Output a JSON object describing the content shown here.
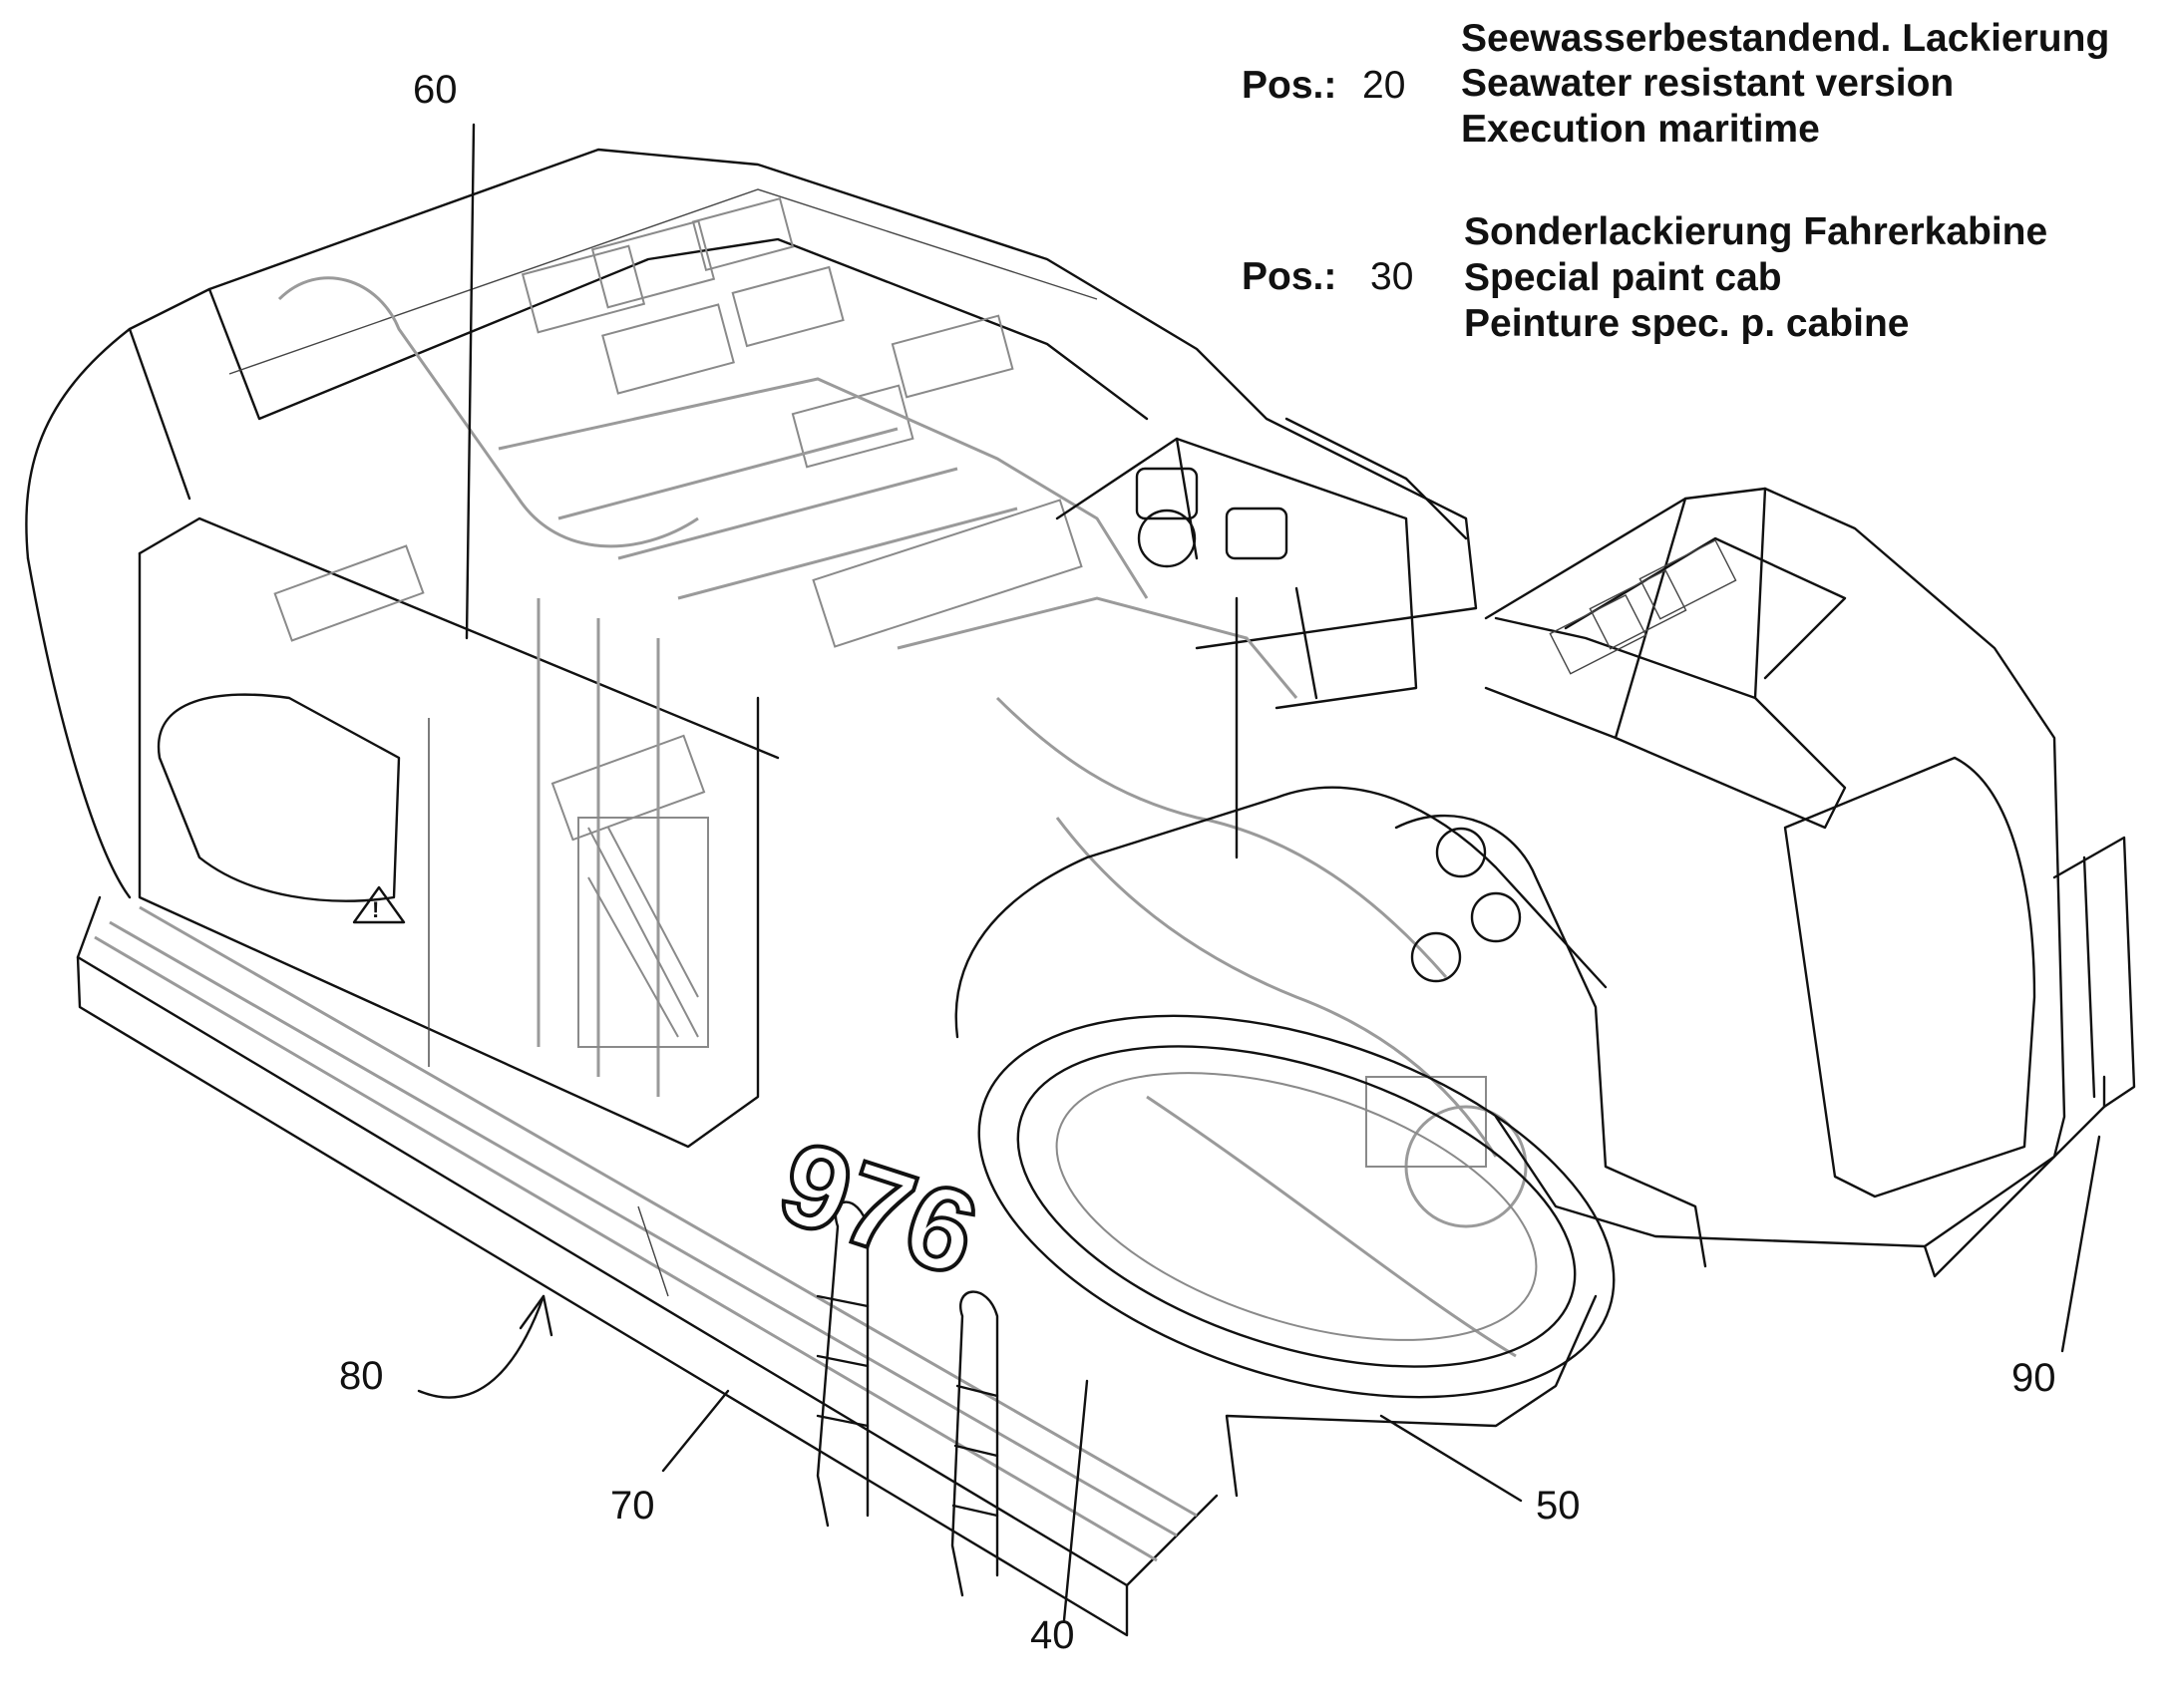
{
  "notes": [
    {
      "pos_label": "Pos.:",
      "pos_number": "20",
      "lines": [
        "Seewasserbestandend. Lackierung",
        "Seawater resistant version",
        "Execution maritime"
      ]
    },
    {
      "pos_label": "Pos.:",
      "pos_number": "30",
      "lines": [
        "Sonderlackierung Fahrerkabine",
        "Special paint cab",
        "Peinture spec. p. cabine"
      ]
    }
  ],
  "callouts": {
    "c60": "60",
    "c80": "80",
    "c70": "70",
    "c40": "40",
    "c50": "50",
    "c90": "90"
  },
  "model_badge": "976",
  "warning_symbol": "warning-triangle-icon"
}
